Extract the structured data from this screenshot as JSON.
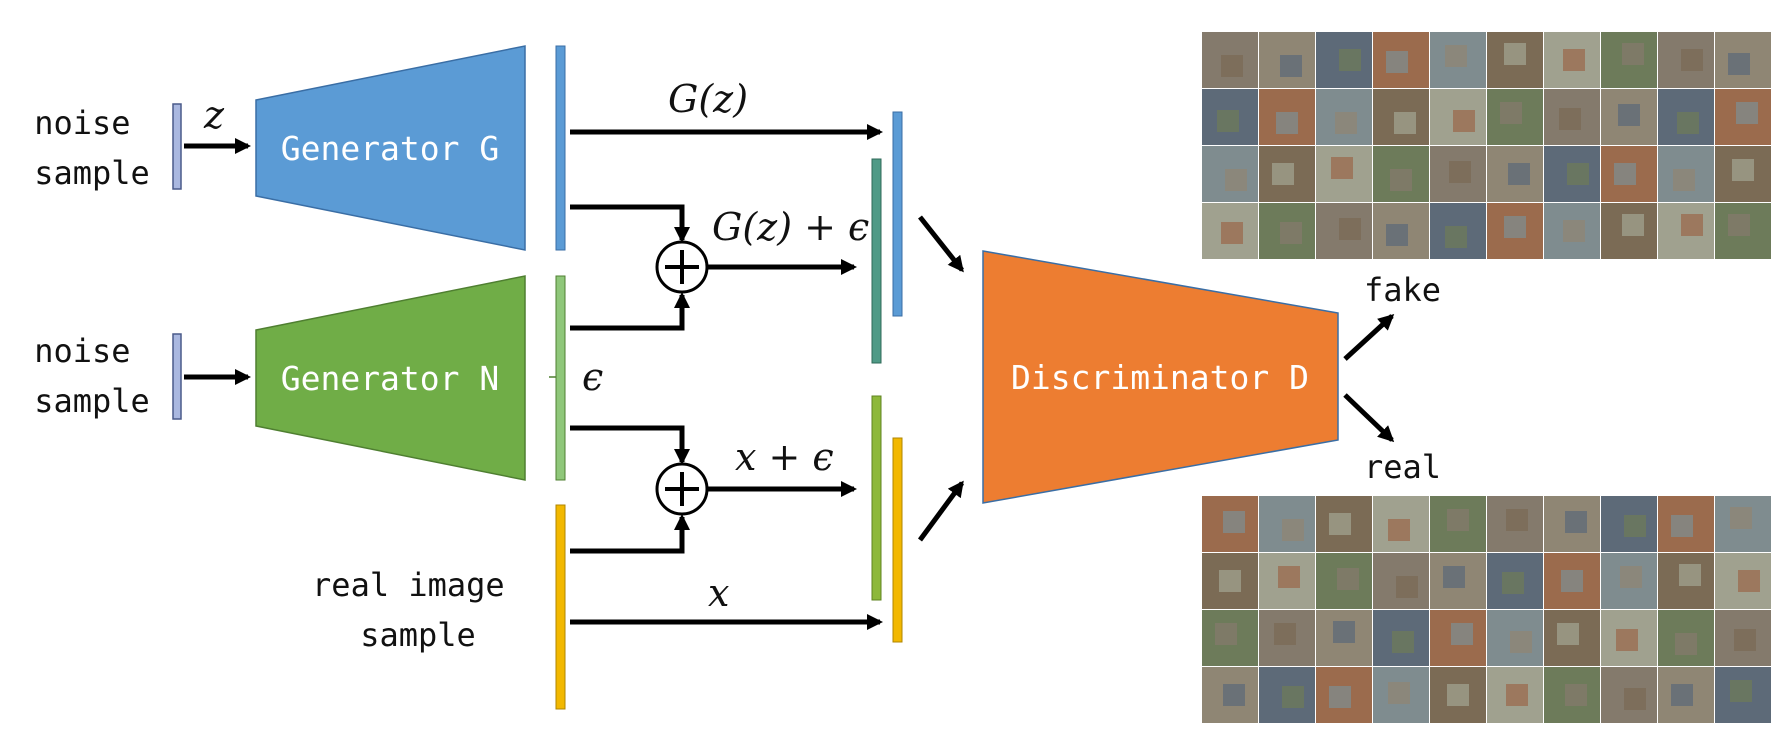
{
  "labels": {
    "noise_sample_1": [
      "noise",
      "sample"
    ],
    "noise_sample_2": [
      "noise",
      "sample"
    ],
    "z": "z",
    "generator_g": "Generator G",
    "generator_n": "Generator N",
    "epsilon": "ϵ",
    "g_of_z": "G(z)",
    "g_of_z_plus_eps": "G(z) + ϵ",
    "x_plus_eps": "x + ϵ",
    "x": "x",
    "real_image_sample": [
      "real image",
      "sample"
    ],
    "discriminator": "Discriminator D",
    "fake": "fake",
    "real": "real"
  },
  "colors": {
    "generator_g": "#5b9bd5",
    "generator_n": "#70ad47",
    "discriminator": "#ed7d31",
    "real_bar": "#f2b800",
    "noise_bar": "#aab8e0",
    "epsilon_bar": "#8fc77a",
    "mixed_bar_teal": "#4f9a86",
    "mixed_bar_olive": "#8db83a"
  },
  "image_grids": {
    "fake_grid": "4 x 10 thumbnails",
    "real_grid": "4 x 10 thumbnails"
  }
}
